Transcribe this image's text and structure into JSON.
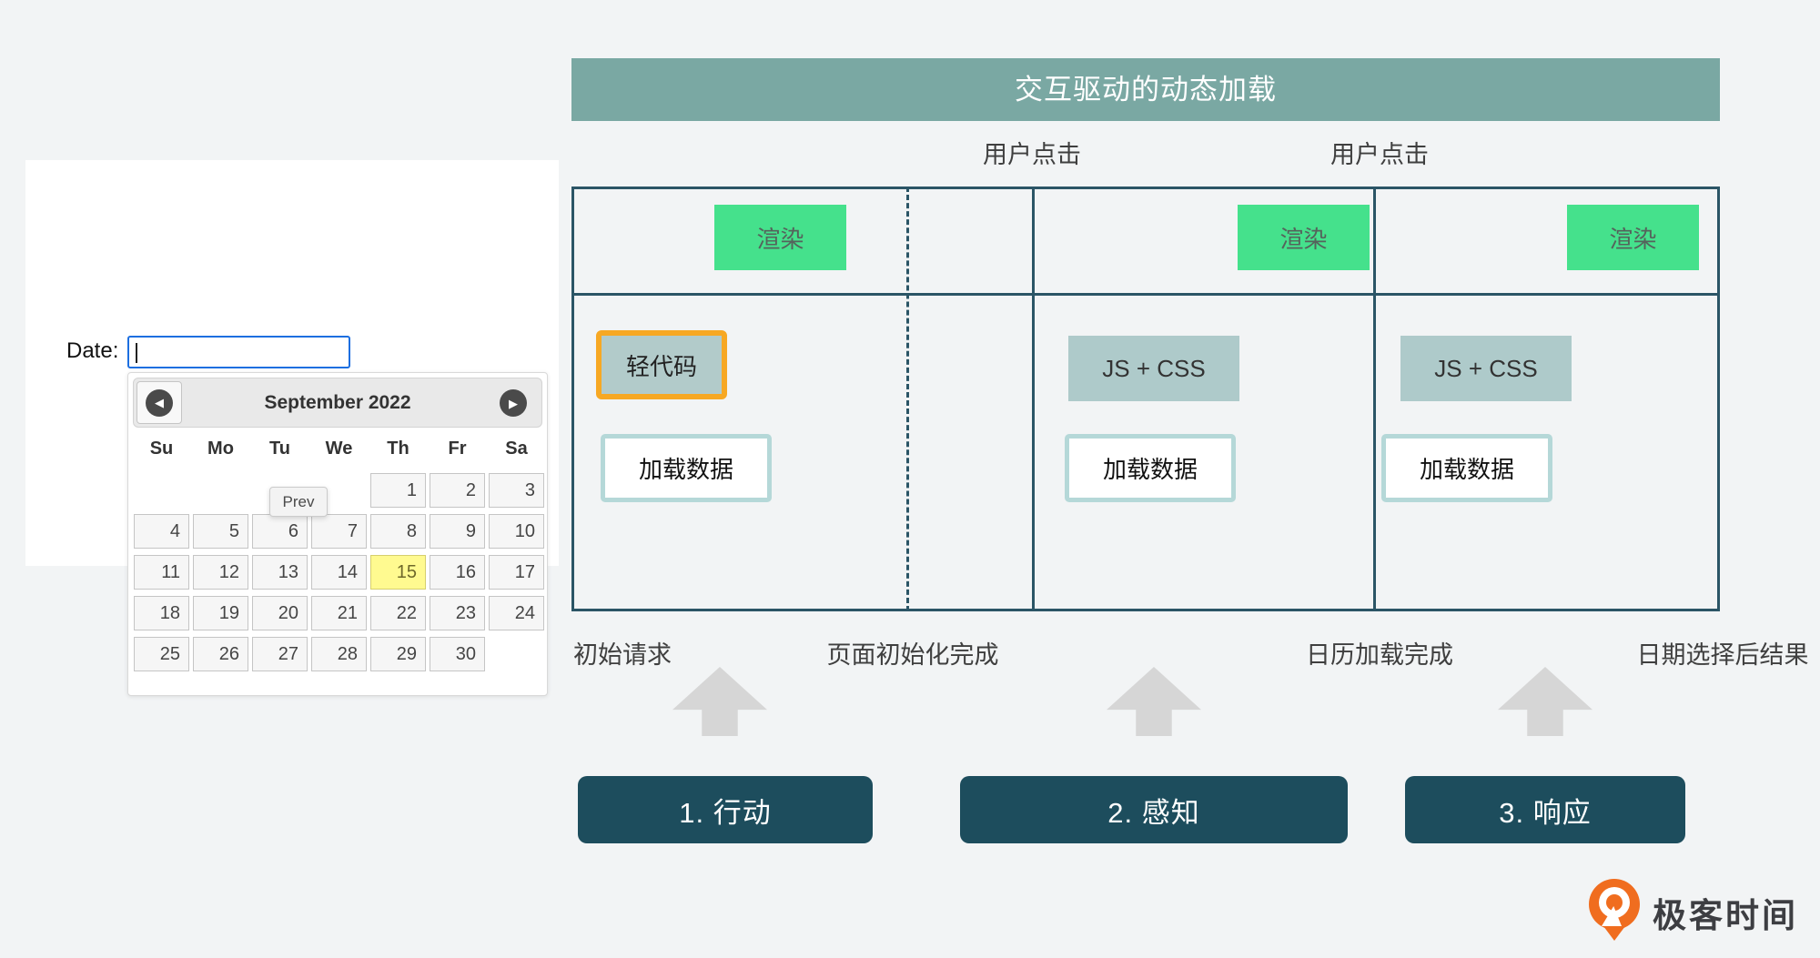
{
  "dp": {
    "date_label": "Date:",
    "input_value": "",
    "calendar": {
      "title": "September 2022",
      "prev_tooltip": "Prev",
      "prev_icon_glyph": "◀",
      "next_icon_glyph": "▶",
      "day_headers": [
        "Su",
        "Mo",
        "Tu",
        "We",
        "Th",
        "Fr",
        "Sa"
      ],
      "weeks": [
        [
          "",
          "",
          "",
          "",
          "1",
          "2",
          "3"
        ],
        [
          "4",
          "5",
          "6",
          "7",
          "8",
          "9",
          "10"
        ],
        [
          "11",
          "12",
          "13",
          "14",
          "15",
          "16",
          "17"
        ],
        [
          "18",
          "19",
          "20",
          "21",
          "22",
          "23",
          "24"
        ],
        [
          "25",
          "26",
          "27",
          "28",
          "29",
          "30",
          ""
        ]
      ],
      "selected_day": "15"
    }
  },
  "diagram": {
    "title": "交互驱动的动态加载",
    "click_labels": [
      "用户点击",
      "用户点击"
    ],
    "lanes": [
      {
        "render": "渲染",
        "asset": "轻代码",
        "data": "加载数据"
      },
      {
        "render": "渲染",
        "asset": "JS + CSS",
        "data": "加载数据"
      },
      {
        "render": "渲染",
        "asset": "JS + CSS",
        "data": "加载数据"
      }
    ],
    "milestones": [
      "初始请求",
      "页面初始化完成",
      "日历加载完成",
      "日期选择后结果"
    ],
    "stages": [
      "1. 行动",
      "2. 感知",
      "3. 响应"
    ],
    "colors": {
      "banner_teal": "#7aa8a3",
      "outline_slate": "#2b5566",
      "render_green": "#45e18c",
      "asset_fill": "#aecaca",
      "code_border_orange": "#f7a823",
      "data_border_teal": "#b5d8d8",
      "stage_button": "#1d4d5d",
      "arrow_gray": "#d6d6d6",
      "selected_day_yellow": "#fffa90",
      "input_focus_blue": "#1d6fe0"
    }
  },
  "logo": {
    "text": "极客时间",
    "brand_orange": "#f06d1f"
  }
}
